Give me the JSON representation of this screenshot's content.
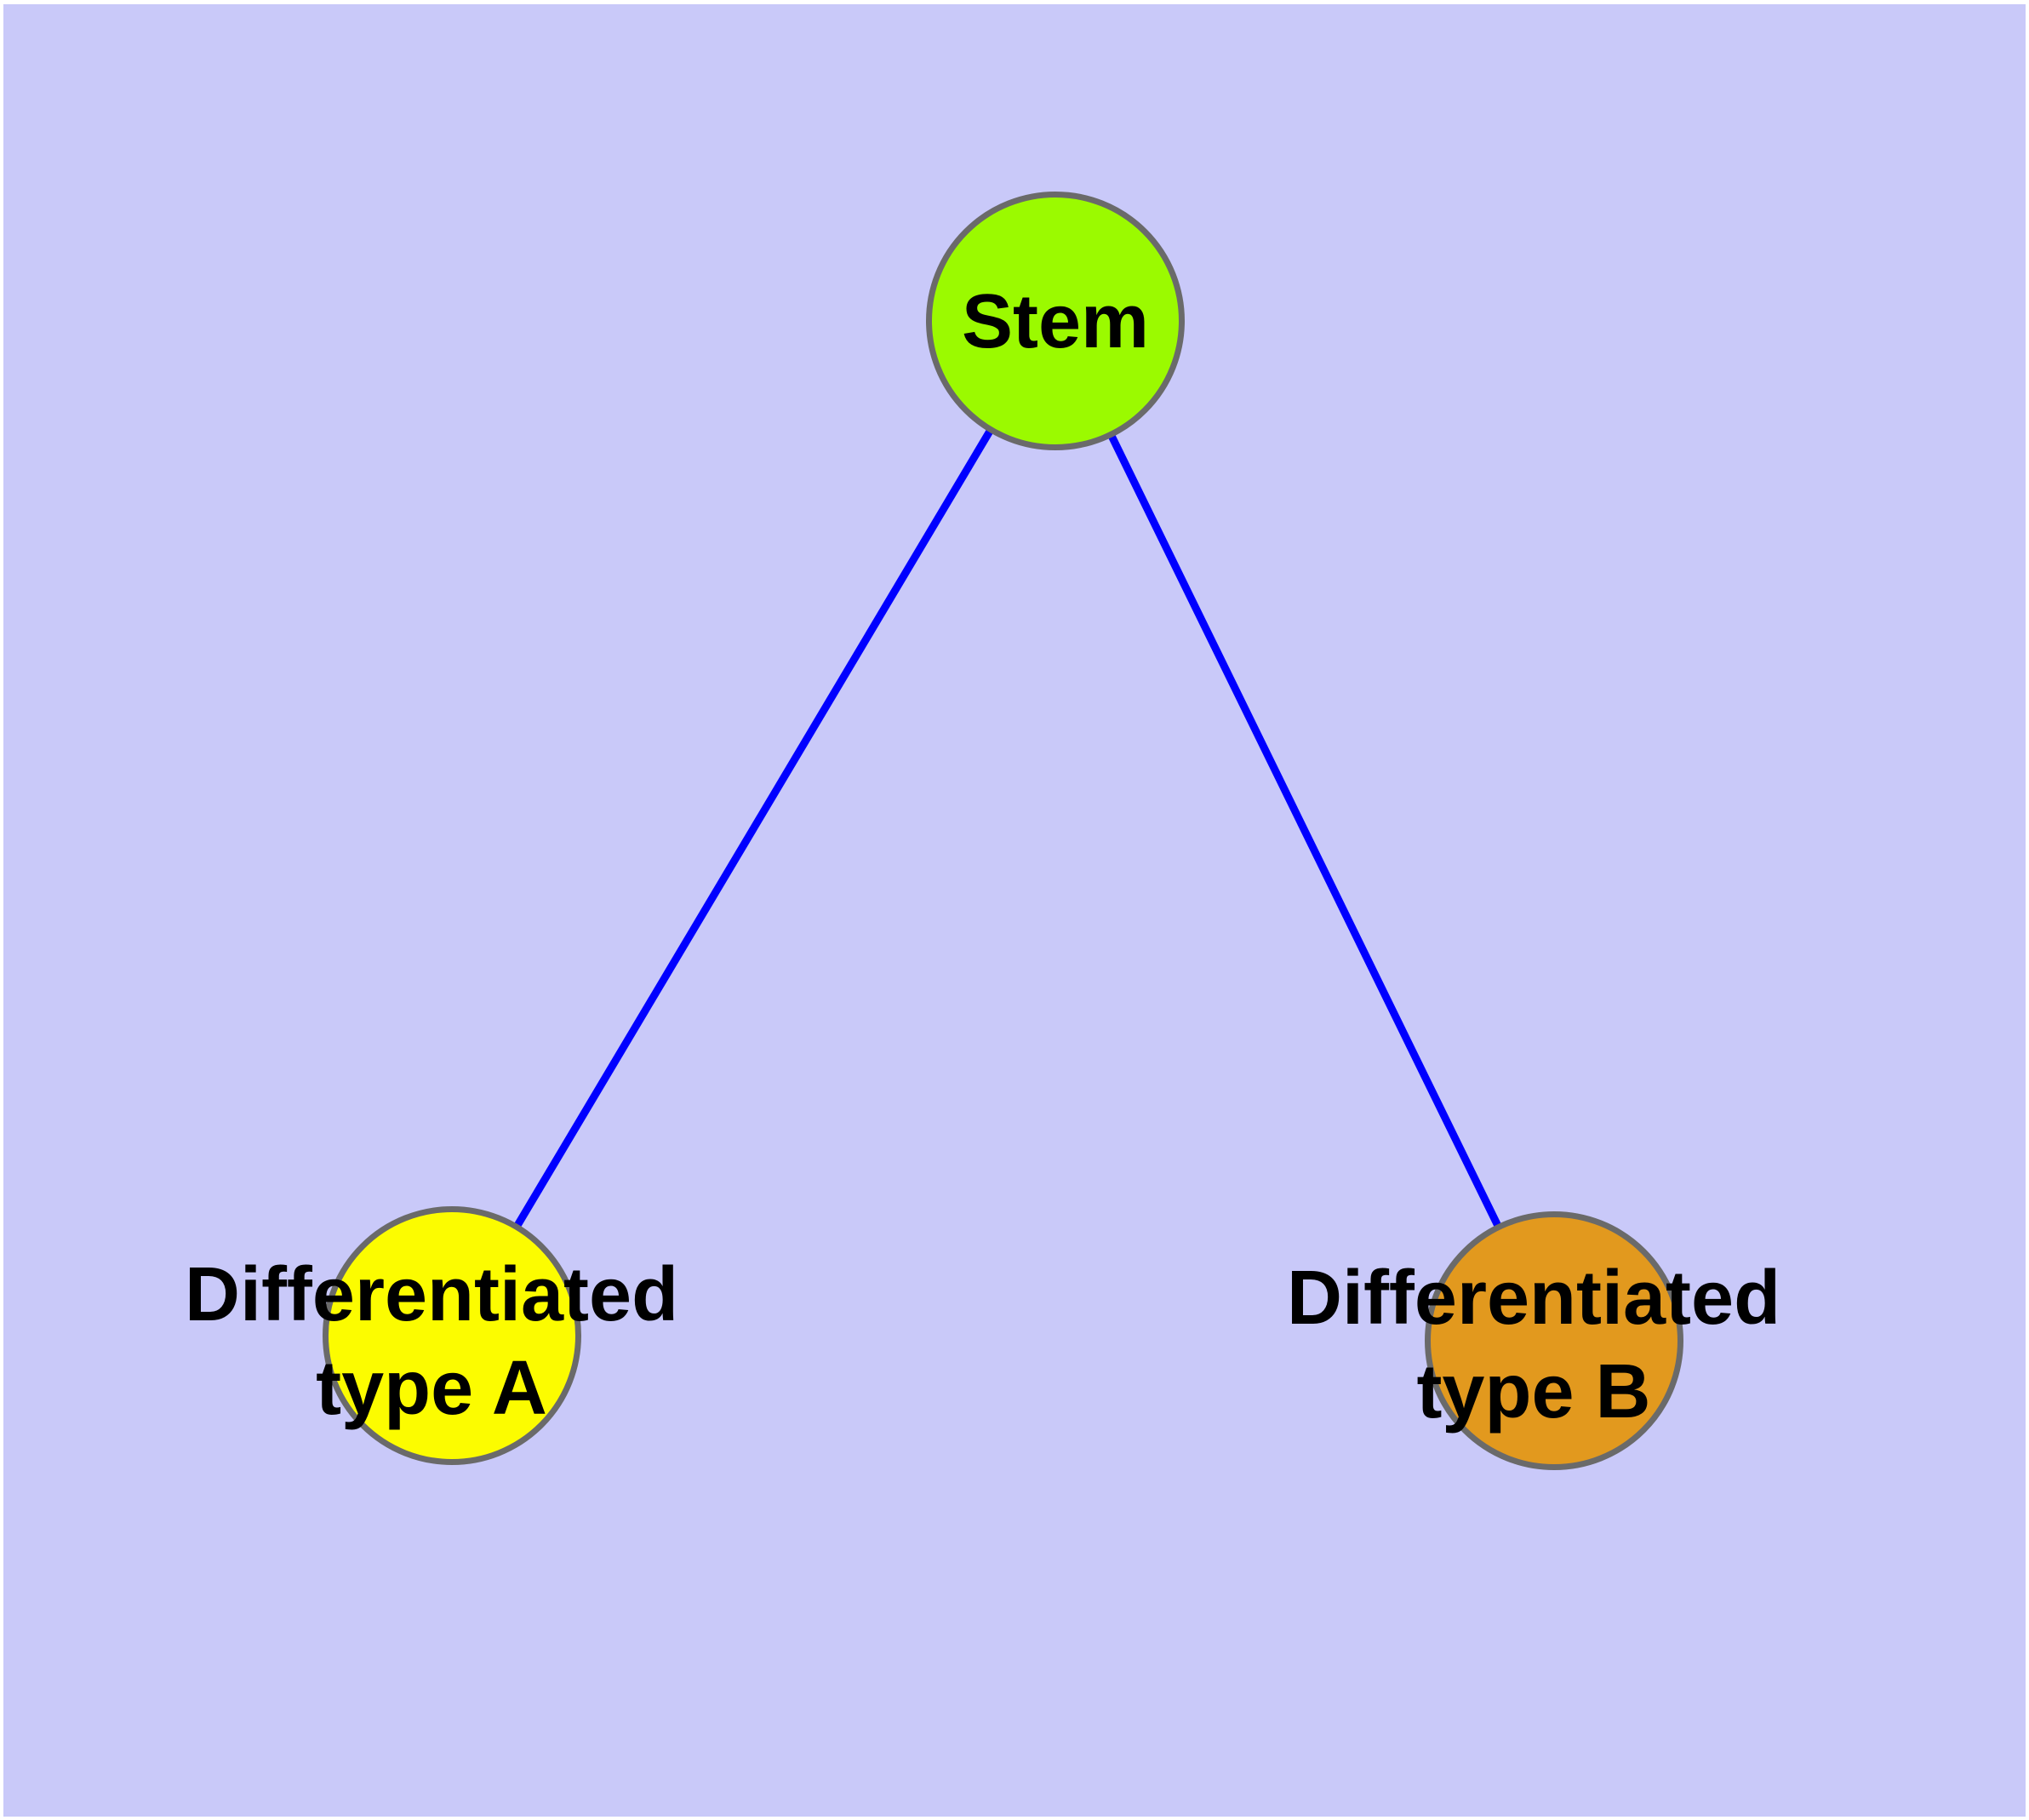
{
  "diagram": {
    "type": "graph",
    "background_color": "#C9C9F9",
    "frame_color": "#FFFFFF",
    "edge_color": "#0000FF",
    "node_border_color": "#6A6A6A",
    "label_color": "#000000",
    "nodes": [
      {
        "id": "stem",
        "label": "Stem",
        "label_lines": [
          "Stem"
        ],
        "fill": "#9BFA00",
        "shape": "circle"
      },
      {
        "id": "differentiated-type-a",
        "label": "Differentiated type A",
        "label_lines": [
          "Differentiated",
          "type A"
        ],
        "fill": "#FCFC00",
        "shape": "circle"
      },
      {
        "id": "differentiated-type-b",
        "label": "Differentiated type B",
        "label_lines": [
          "Differentiated",
          "type B"
        ],
        "fill": "#E2991E",
        "shape": "circle"
      }
    ],
    "edges": [
      {
        "from": "Stem",
        "to": "Differentiated type A"
      },
      {
        "from": "Stem",
        "to": "Differentiated type B"
      }
    ]
  }
}
